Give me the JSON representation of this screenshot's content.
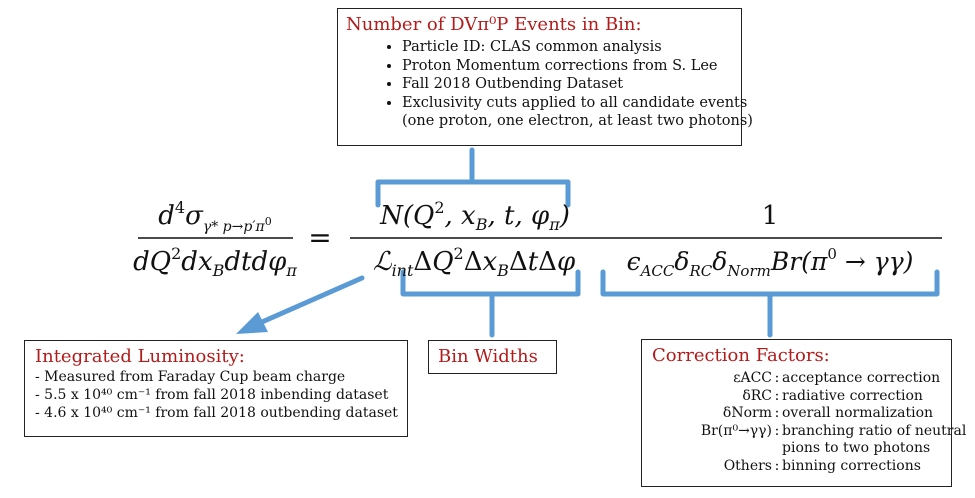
{
  "events_box": {
    "title": "Number of DVπ⁰P Events in Bin:",
    "bullets": [
      "Particle ID: CLAS common analysis",
      "Proton Momentum corrections from S. Lee",
      "Fall 2018 Outbending Dataset",
      "Exclusivity cuts applied to all candidate events"
    ],
    "bullet_continuation": "(one proton, one electron, at least two photons)"
  },
  "equation": {
    "lhs_numerator": "d⁴σγ*p→p′π⁰",
    "lhs_denominator": "dQ²dx_B dt dφπ",
    "equals": "=",
    "mid_numerator": "N(Q², x_B, t, φπ)",
    "mid_denominator": "ℒint ΔQ² Δx_B Δt Δφ",
    "rhs_numerator": "1",
    "rhs_denominator": "εACC δRC δNorm Br(π⁰ → γγ)"
  },
  "lumi_box": {
    "title": "Integrated Luminosity:",
    "lines": [
      "- Measured from Faraday Cup beam charge",
      "- 5.5 x 10⁴⁰ cm⁻¹ from fall 2018 inbending dataset",
      "- 4.6 x 10⁴⁰ cm⁻¹ from fall 2018 outbending dataset"
    ]
  },
  "bins_box": {
    "title": "Bin Widths"
  },
  "corr_box": {
    "title": "Correction Factors:",
    "rows": [
      {
        "key": "εACC",
        "val": "acceptance correction"
      },
      {
        "key": "δRC",
        "val": "radiative correction"
      },
      {
        "key": "δNorm",
        "val": "overall normalization"
      },
      {
        "key": "Br(π⁰→γγ)",
        "val": "branching ratio of neutral"
      },
      {
        "key": "",
        "val": "pions to two photons"
      },
      {
        "key": "Others",
        "val": "binning corrections"
      }
    ]
  },
  "colors": {
    "accent_blue": "#5b9bd5",
    "title_red": "#b31b1b"
  }
}
